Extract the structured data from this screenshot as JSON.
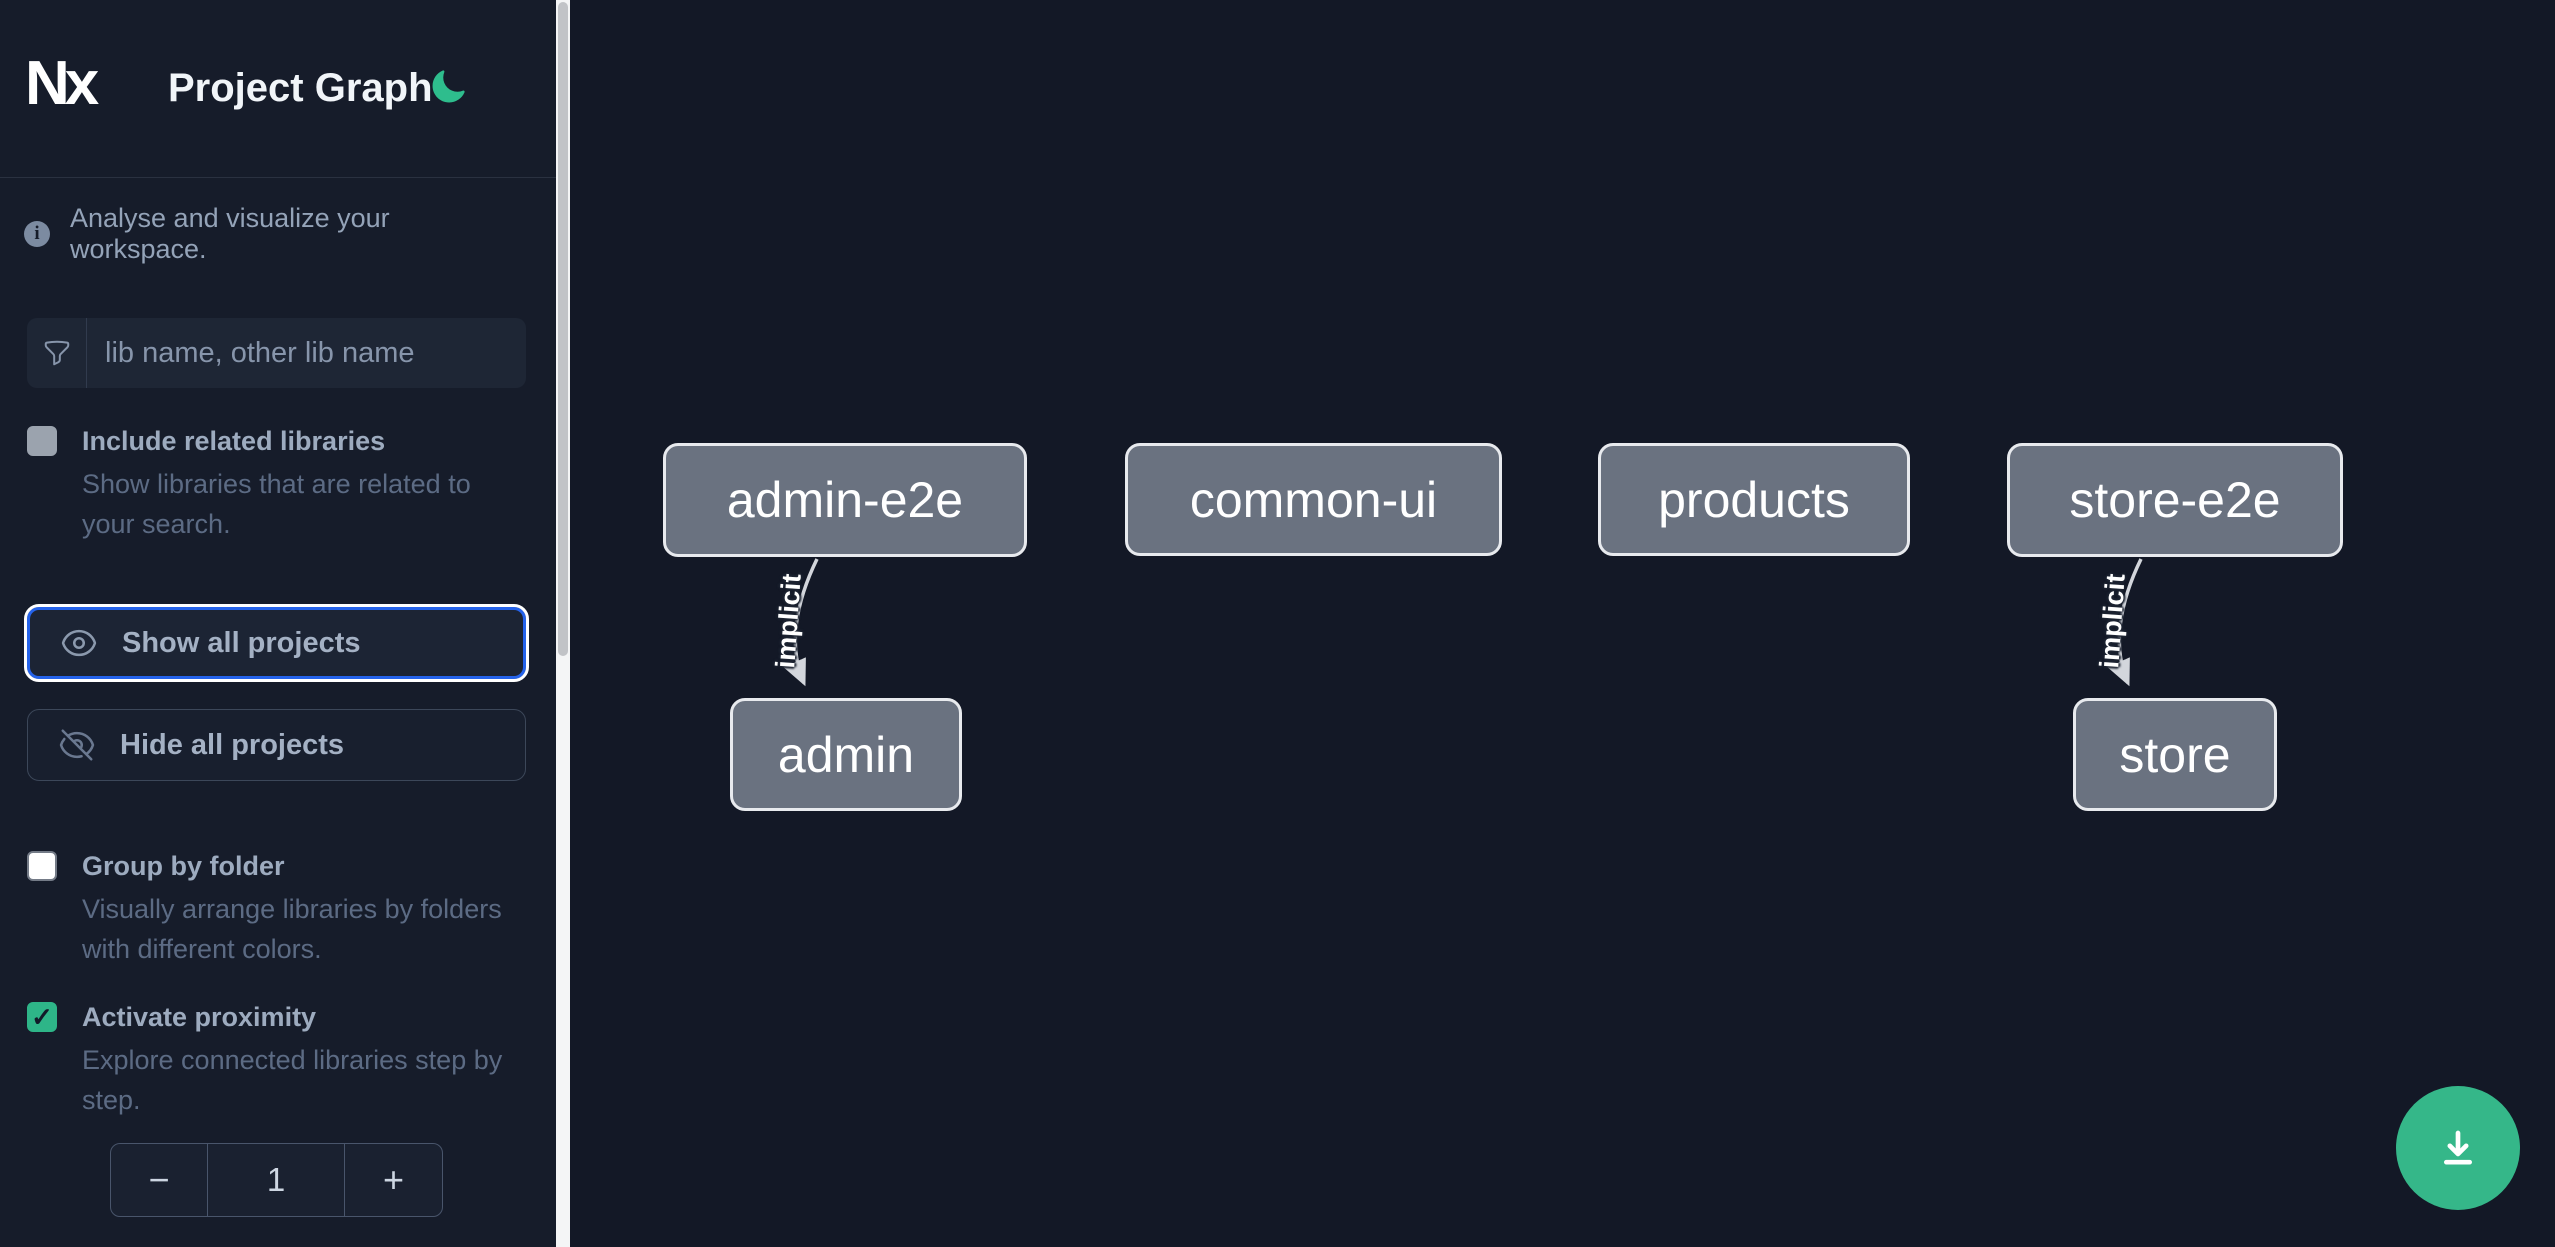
{
  "header": {
    "logo_text": "Nx",
    "title": "Project Graph"
  },
  "intro": {
    "info_icon": "i",
    "text": "Analyse and visualize your workspace."
  },
  "search": {
    "placeholder": "lib name, other lib name",
    "value": ""
  },
  "options": [
    {
      "label": "Include related libraries",
      "description": "Show libraries that are related to your search.",
      "checked": false,
      "disabled": true
    },
    {
      "label": "Group by folder",
      "description": "Visually arrange libraries by folders with different colors.",
      "checked": false,
      "disabled": false
    },
    {
      "label": "Activate proximity",
      "description": "Explore connected libraries step by step.",
      "checked": true,
      "disabled": false
    }
  ],
  "actions": {
    "show_all": "Show all projects",
    "hide_all": "Hide all projects"
  },
  "proximity_stepper": {
    "decrement": "−",
    "value": "1",
    "increment": "+"
  },
  "graph": {
    "nodes": [
      {
        "id": "admin-e2e",
        "label": "admin-e2e"
      },
      {
        "id": "common-ui",
        "label": "common-ui"
      },
      {
        "id": "products",
        "label": "products"
      },
      {
        "id": "store-e2e",
        "label": "store-e2e"
      },
      {
        "id": "admin",
        "label": "admin"
      },
      {
        "id": "store",
        "label": "store"
      }
    ],
    "edges": [
      {
        "source": "admin-e2e",
        "target": "admin",
        "label": "implicit"
      },
      {
        "source": "store-e2e",
        "target": "store",
        "label": "implicit"
      }
    ]
  },
  "checkmark": "✓",
  "colors": {
    "accent_green": "#2eb588",
    "focus_blue": "#2563eb",
    "node_fill": "#6a7280",
    "background": "#131826"
  }
}
